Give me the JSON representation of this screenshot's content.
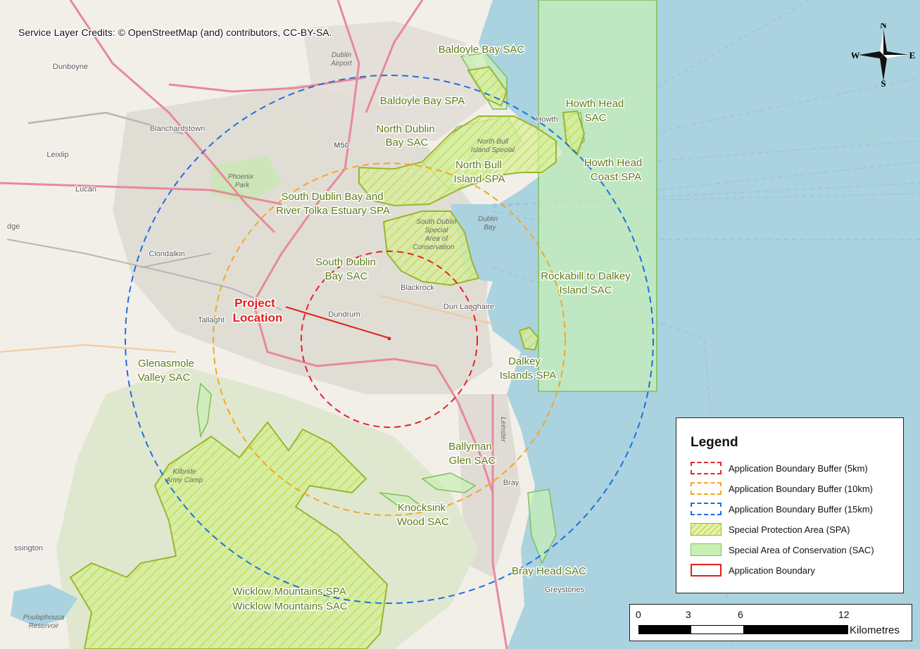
{
  "credits": "Service Layer Credits: © OpenStreetMap (and) contributors, CC-BY-SA.",
  "compass": {
    "n": "N",
    "s": "S",
    "e": "E",
    "w": "W",
    "icon": "compass-rose-icon"
  },
  "colors": {
    "sea": "#aad3df",
    "land": "#f2efe9",
    "sac_fill": "#c8f0b4",
    "sac_stroke": "#7fbf5a",
    "spa_stroke": "#8fb53a",
    "hatch": "#d4e24a",
    "buffer_5km": "#e3242b",
    "buffer_10km": "#f5a623",
    "buffer_15km": "#1f6fe0",
    "boundary": "#e0201b",
    "label": "#5d7a14"
  },
  "designated_sites": [
    {
      "id": "baldoyle-sac",
      "lines": [
        "Baldoyle Bay SAC"
      ]
    },
    {
      "id": "baldoyle-spa",
      "lines": [
        "Baldoyle Bay SPA"
      ]
    },
    {
      "id": "north-dublin-sac",
      "lines": [
        "North Dublin",
        "Bay SAC"
      ]
    },
    {
      "id": "north-bull-spa",
      "lines": [
        "North Bull",
        "Island SPA"
      ]
    },
    {
      "id": "howth-sac",
      "lines": [
        "Howth Head",
        "SAC"
      ]
    },
    {
      "id": "howth-coast-spa",
      "lines": [
        "Howth Head",
        "Coast SPA"
      ]
    },
    {
      "id": "south-dublin-spa",
      "lines": [
        "South Dublin Bay and",
        "River Tolka Estuary SPA"
      ]
    },
    {
      "id": "south-dublin-sac",
      "lines": [
        "South Dublin",
        "Bay SAC"
      ]
    },
    {
      "id": "rockabill-sac",
      "lines": [
        "Rockabill to Dalkey",
        "Island SAC"
      ]
    },
    {
      "id": "dalkey-spa",
      "lines": [
        "Dalkey",
        "Islands SPA"
      ]
    },
    {
      "id": "glenasmole-sac",
      "lines": [
        "Glenasmole",
        "Valley SAC"
      ]
    },
    {
      "id": "ballyman-sac",
      "lines": [
        "Ballyman",
        "Glen SAC"
      ]
    },
    {
      "id": "knocksink-sac",
      "lines": [
        "Knocksink",
        "Wood SAC"
      ]
    },
    {
      "id": "bray-head-sac",
      "lines": [
        "Bray Head SAC"
      ]
    },
    {
      "id": "wicklow-mts",
      "lines": [
        "Wicklow Mountains SPA",
        "Wicklow Mountains SAC"
      ]
    }
  ],
  "project_label": [
    "Project",
    "Location"
  ],
  "places": [
    "Dunboyne",
    "Blanchardstown",
    "Leixlip",
    "Lucan",
    "Clondalkin",
    "Tallaght",
    "Dundrum",
    "Blackrock",
    "Dún Laoghaire",
    "Howth",
    "Bray",
    "Greystones",
    "Phoenix",
    "Park",
    "Dublin",
    "Airport",
    "Dublin",
    "Bay",
    "M50",
    "ssington",
    "dge",
    "Poulaphouca",
    "Reservoir",
    "North Bull",
    "Island Special",
    "South Dublin",
    "Special",
    "Area of",
    "Conservation",
    "Kilbride",
    "Army Camp",
    "Leinster"
  ],
  "legend": {
    "title": "Legend",
    "items": [
      {
        "label": "Application Boundary Buffer (5km)",
        "style": "buffer-5km"
      },
      {
        "label": "Application Boundary Buffer (10km)",
        "style": "buffer-10km"
      },
      {
        "label": "Application Boundary Buffer (15km)",
        "style": "buffer-15km"
      },
      {
        "label": "Special Protection Area (SPA)",
        "style": "spa"
      },
      {
        "label": "Special Area of Conservation (SAC)",
        "style": "sac"
      },
      {
        "label": "Application Boundary",
        "style": "boundary"
      }
    ]
  },
  "scale_bar": {
    "ticks": [
      "0",
      "3",
      "6",
      "12"
    ],
    "unit": "Kilometres"
  }
}
